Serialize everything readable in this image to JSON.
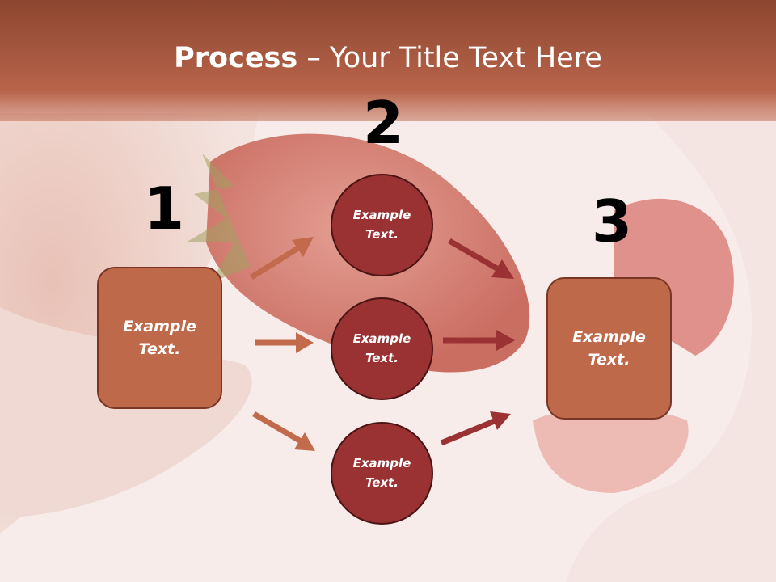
{
  "title": {
    "bold": "Process",
    "rest": " – Your Title Text Here"
  },
  "steps": [
    {
      "number": "1",
      "label": "Example Text."
    },
    {
      "number": "2",
      "label": "Example Text."
    },
    {
      "number": "3",
      "label": "Example Text."
    }
  ],
  "circles": [
    {
      "label": "Example Text."
    },
    {
      "label": "Example Text."
    },
    {
      "label": "Example Text."
    }
  ],
  "colors": {
    "title_band": "#b45e42",
    "box_fill": "#bf694b",
    "circle_fill": "#9a3132",
    "arrow_light": "#c26a4c",
    "arrow_dark": "#9a3132"
  }
}
